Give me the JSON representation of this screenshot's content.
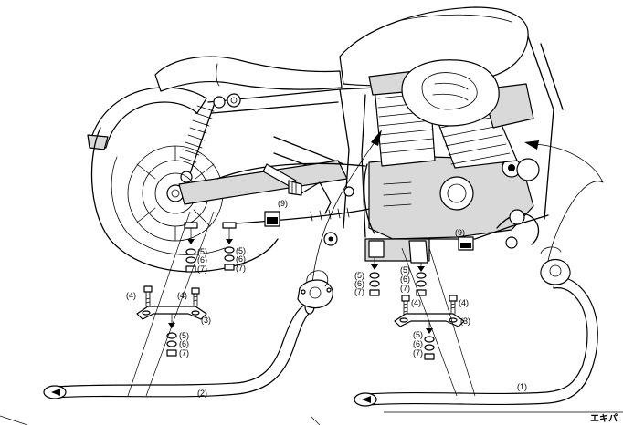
{
  "labels": {
    "part1": "(1)",
    "part2": "(2)",
    "part3": "(3)",
    "part4": "(4)",
    "part5": "(5)",
    "part6": "(6)",
    "part7": "(7)",
    "part9": "(9)"
  },
  "caption": "エキパ"
}
